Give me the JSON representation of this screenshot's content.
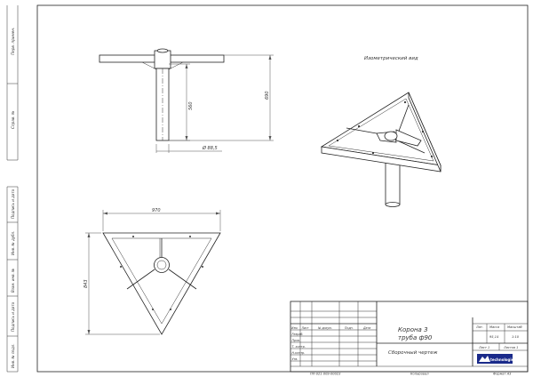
{
  "side_strip": {
    "labels": [
      "Перв. примен.",
      "Справ. №",
      "Подпись и дата",
      "Инв. № дубл.",
      "Взам. инв. №",
      "Подпись и дата",
      "Инв. № подл."
    ]
  },
  "views": {
    "iso_title": "Изометрический вид",
    "front": {
      "height_dim": "560",
      "total_dim": "690",
      "diameter_dim": "Ø 88,5"
    },
    "top": {
      "width_dim": "970",
      "height_dim": "843"
    }
  },
  "title_block": {
    "name_line1": "Корона 3",
    "name_line2": "труба ф90",
    "doc_type": "Сборочный чертеж",
    "col_headers": [
      "Изм.",
      "Лист",
      "№ докум.",
      "Подп.",
      "Дата"
    ],
    "row_labels": [
      "Разраб.",
      "Пров.",
      "Т. контр.",
      "Н.контр.",
      "Утв."
    ],
    "right_headers": [
      "Лит.",
      "Масса",
      "Масштаб"
    ],
    "mass": "95,14",
    "scale": "1:10",
    "sheet": "Лист 1",
    "sheets": "Листов 1",
    "logo_text": "technologies",
    "code": "ПП-021-009-00023",
    "copied": "Копировал",
    "format": "Формат A3"
  }
}
